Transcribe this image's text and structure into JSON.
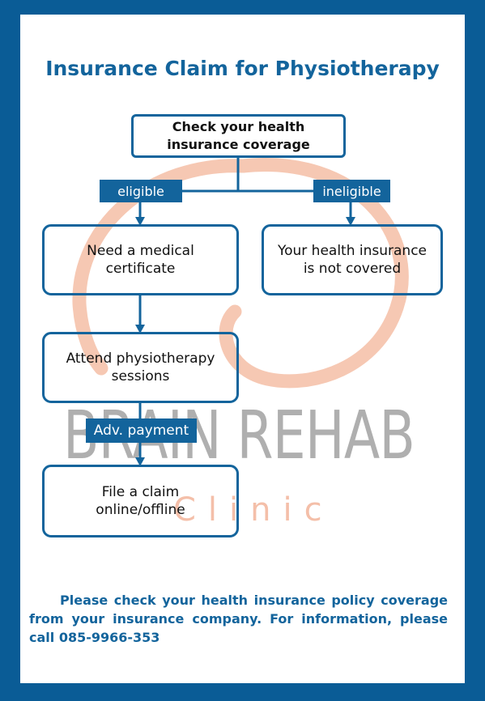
{
  "title": "Insurance Claim for Physiotherapy",
  "flow": {
    "start": [
      "Check your health",
      "insurance coverage"
    ],
    "eligible_label": "eligible",
    "ineligible_label": "ineligible",
    "medical_certificate": [
      "Need a medical",
      "certificate"
    ],
    "not_covered": [
      "Your health insurance",
      "is not covered"
    ],
    "attend_sessions": [
      "Attend physiotherapy",
      "sessions"
    ],
    "payment_label": "Adv. payment",
    "file_claim": [
      "File a claim",
      "online/offline"
    ]
  },
  "watermark": {
    "brand": "BRAIN REHAB",
    "subbrand": "Clinic"
  },
  "footer_note": "Please check your health insurance policy coverage from your insurance company. For information, please call 085-9966-353",
  "colors": {
    "border": "#0a5c96",
    "primary": "#13649c",
    "watermark_orange": "#f3b9a0",
    "watermark_gray": "#9e9e9e"
  }
}
